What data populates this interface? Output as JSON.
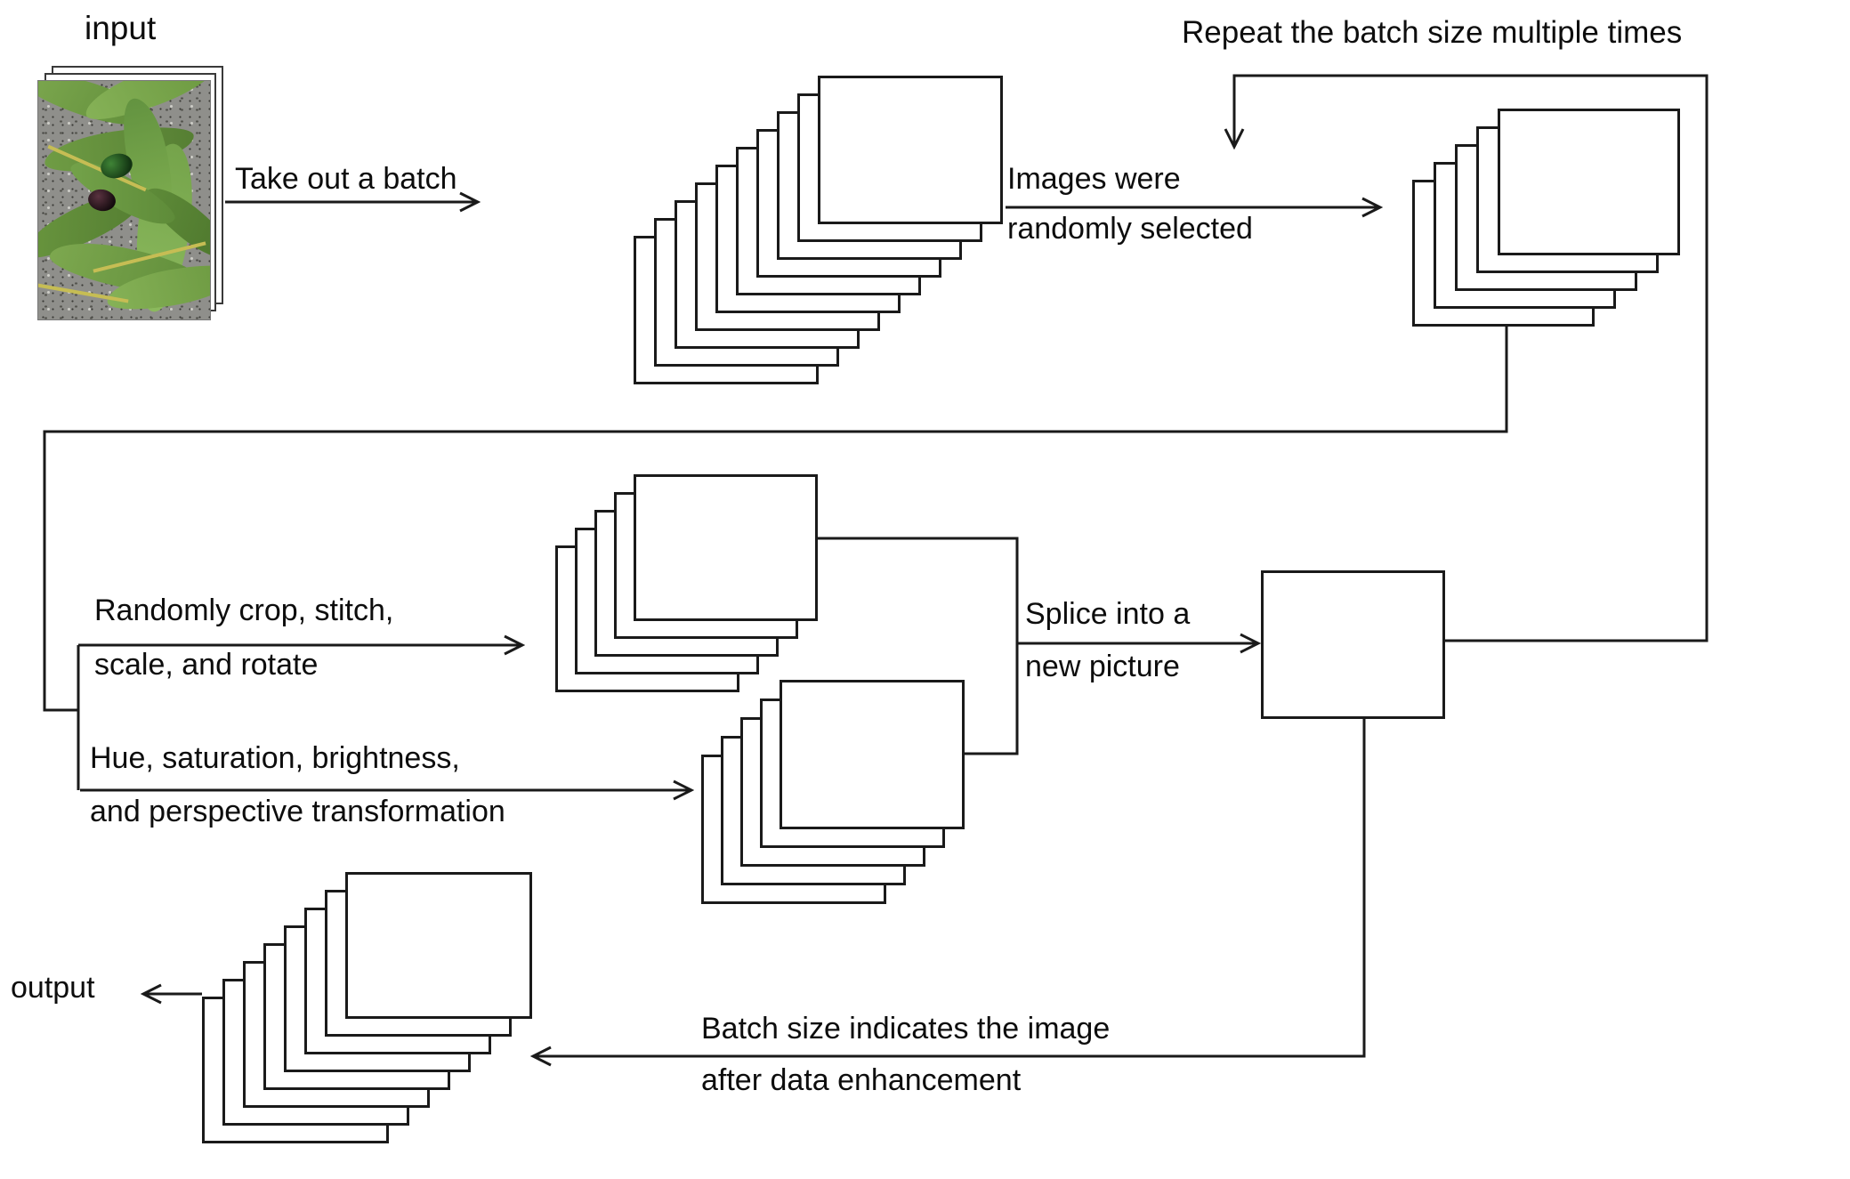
{
  "labels": {
    "input": "input",
    "output": "output",
    "take_out_a_batch": "Take out a batch",
    "images_were_line1": "Images were",
    "images_were_line2": "randomly selected",
    "repeat": "Repeat the batch size multiple times",
    "random_crop_line1": "Randomly crop, stitch,",
    "random_crop_line2": "scale, and rotate",
    "hue_line1": "Hue, saturation, brightness,",
    "hue_line2": "and perspective transformation",
    "splice_line1": "Splice into a",
    "splice_line2": "new picture",
    "batch_size_line1": "Batch size indicates the image",
    "batch_size_line2": "after data enhancement"
  },
  "stacks": {
    "batch": {
      "name": "batch-of-images",
      "layers": 10
    },
    "selected": {
      "name": "randomly-selected-images",
      "layers": 5
    },
    "cropped": {
      "name": "crop-stitch-scale-rotate-images",
      "layers": 5
    },
    "color_transformed": {
      "name": "hue-saturation-transformed-images",
      "layers": 5
    },
    "output": {
      "name": "output-enhanced-images",
      "layers": 8
    }
  },
  "splice_box": {
    "name": "new-picture-box"
  },
  "input_photo": {
    "name": "bamboo-leaves-with-beetles-photo",
    "layers": 3
  },
  "colors": {
    "line": "#1a1a1a",
    "background": "#ffffff",
    "stone_gray": "#8f8f8b",
    "leaf_green_light": "#8cba5e",
    "leaf_green_mid": "#74a34a",
    "leaf_green_dark": "#5f8c39",
    "twig_yellow": "#c6bd54",
    "beetle_green": "#2f6b2a",
    "beetle_dark": "#3d2128"
  }
}
